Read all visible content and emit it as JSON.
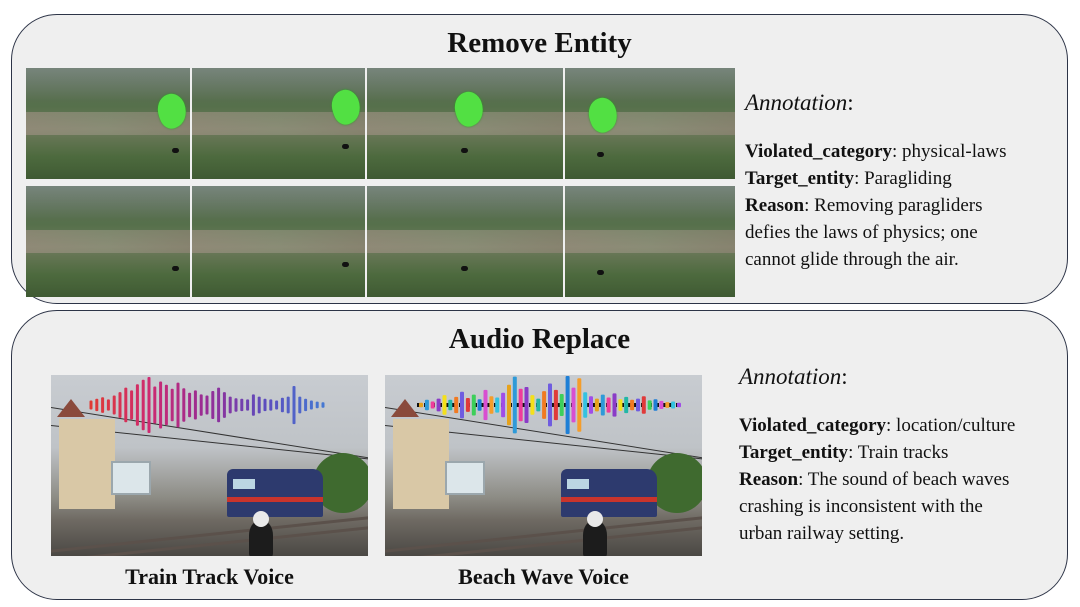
{
  "remove_entity": {
    "title": "Remove Entity",
    "annotation": {
      "heading": "Annotation",
      "heading_suffix": ":",
      "violated_category_label": "Violated_category",
      "violated_category_value": ": physical-laws",
      "target_entity_label": "Target_entity",
      "target_entity_value": ": Paragliding",
      "reason_label": "Reason",
      "reason_value_lines": [
        ": Removing paragliders",
        "defies the laws of physics; one",
        "cannot glide through the air."
      ]
    }
  },
  "audio_replace": {
    "title": "Audio Replace",
    "caption_left": "Train Track Voice",
    "caption_right": "Beach Wave Voice",
    "annotation": {
      "heading": "Annotation",
      "heading_suffix": ":",
      "violated_category_label": "Violated_category",
      "violated_category_value": ": location/culture",
      "target_entity_label": "Target_entity",
      "target_entity_value": ": Train tracks",
      "reason_label": "Reason",
      "reason_value_lines": [
        ": The sound of beach waves",
        "crashing is inconsistent with the",
        "urban railway setting."
      ]
    }
  },
  "colors": {
    "panel_bg": "#efefef",
    "panel_border": "#2d3447",
    "mask_green": "#52e043"
  },
  "waveforms": {
    "train_amplitudes": [
      0.16,
      0.22,
      0.28,
      0.2,
      0.34,
      0.46,
      0.62,
      0.52,
      0.74,
      0.9,
      1.0,
      0.66,
      0.84,
      0.72,
      0.58,
      0.8,
      0.6,
      0.44,
      0.52,
      0.38,
      0.34,
      0.5,
      0.62,
      0.46,
      0.3,
      0.24,
      0.22,
      0.2,
      0.38,
      0.3,
      0.22,
      0.2,
      0.16,
      0.26,
      0.3,
      0.68,
      0.3,
      0.22,
      0.16,
      0.12,
      0.1
    ],
    "beach_amplitudes": [
      0.08,
      0.18,
      0.12,
      0.22,
      0.34,
      0.18,
      0.28,
      0.46,
      0.24,
      0.36,
      0.2,
      0.52,
      0.3,
      0.26,
      0.42,
      0.7,
      0.98,
      0.56,
      0.62,
      0.34,
      0.22,
      0.48,
      0.74,
      0.52,
      0.38,
      1.0,
      0.6,
      0.92,
      0.44,
      0.3,
      0.22,
      0.36,
      0.26,
      0.4,
      0.2,
      0.28,
      0.18,
      0.22,
      0.3,
      0.16,
      0.2,
      0.14,
      0.1,
      0.12,
      0.08
    ],
    "beach_palette": [
      "#e6a21c",
      "#2e9ad8",
      "#ef3c9b",
      "#8a3cc7",
      "#f4e01a",
      "#22b7a6",
      "#f07a22",
      "#6f5ce0",
      "#e03a3a",
      "#3ccf5a",
      "#1e7fd6",
      "#d84fd1",
      "#f59d2a",
      "#34c2e0",
      "#a04ce8"
    ]
  }
}
